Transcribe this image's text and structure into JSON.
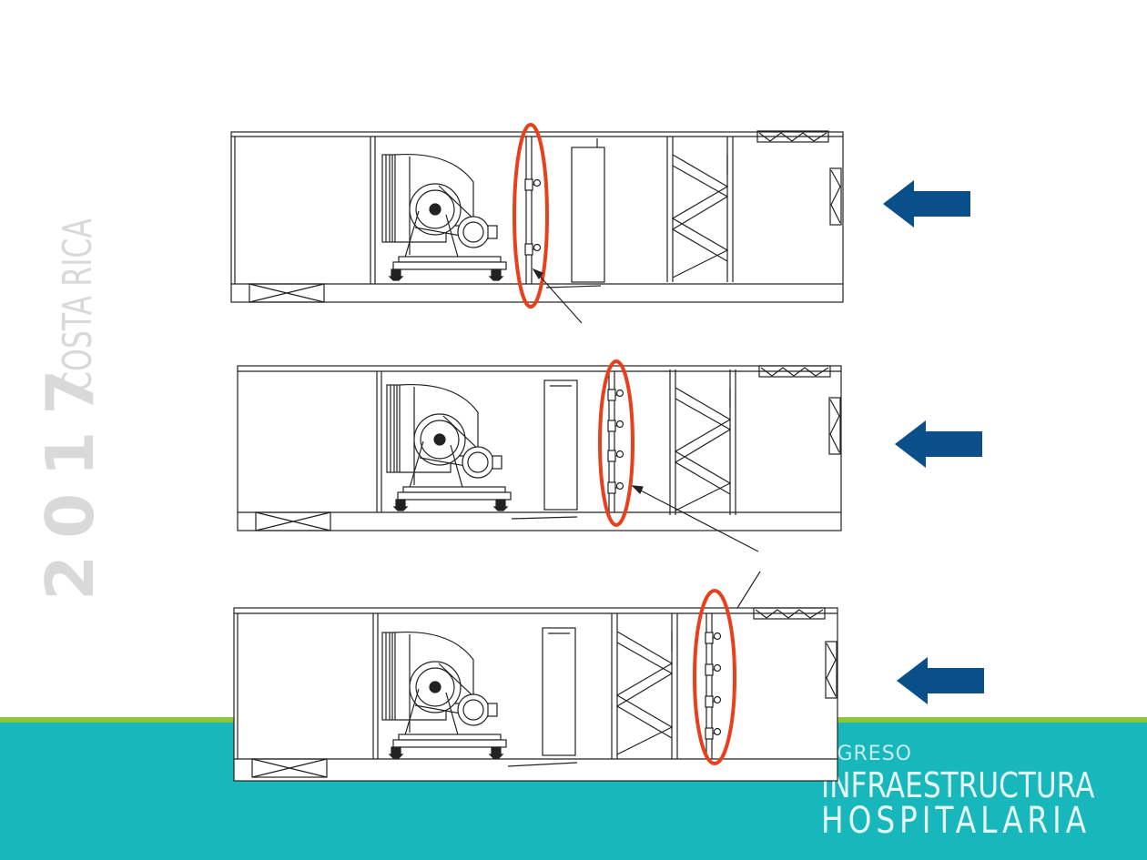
{
  "sidebar": {
    "year": "2017",
    "country": "COSTA RICA"
  },
  "footer": {
    "line1": "NGRESO",
    "line2": "INFRAESTRUCTURA",
    "line3": "HOSPITALARIA"
  },
  "colors": {
    "highlight_ring": "#e8401c",
    "flow_arrow": "#0b4f8a",
    "band": "#17b7bb",
    "band_line": "#8cc63f",
    "side_text": "#d9d9d9"
  },
  "diagram": {
    "units": [
      {
        "id": "unit-1",
        "coil_valves": 2,
        "highlight": "humidifier-before-filter"
      },
      {
        "id": "unit-2",
        "coil_valves": 4,
        "highlight": "humidifier-after-filter"
      },
      {
        "id": "unit-3",
        "coil_valves": 4,
        "highlight": "humidifier-at-inlet"
      }
    ],
    "flow_direction": "right-to-left"
  }
}
